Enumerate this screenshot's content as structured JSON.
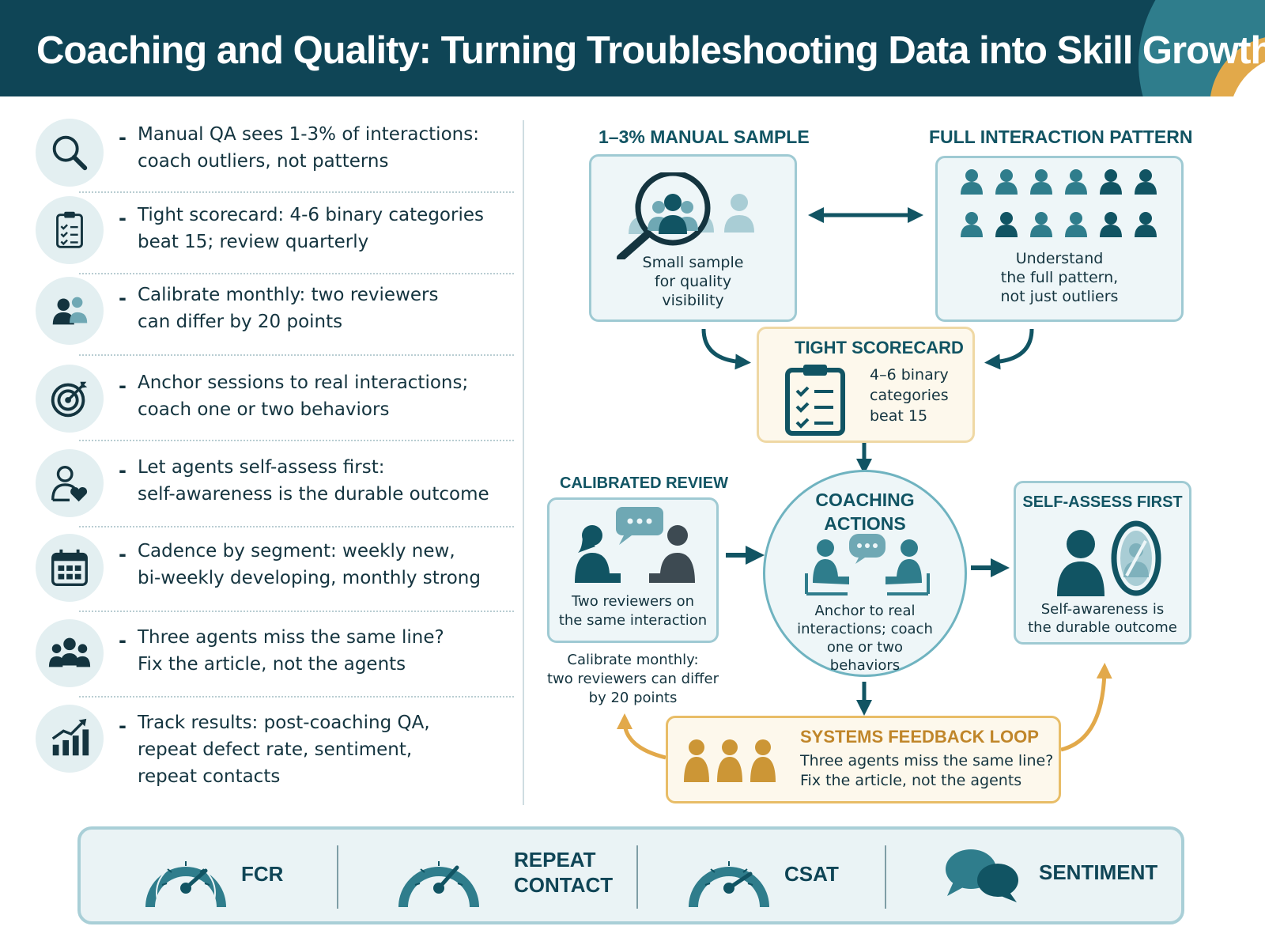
{
  "title": "Coaching and Quality: Turning Troubleshooting Data into Skill Growth",
  "left_list": {
    "dash": "-",
    "items": [
      {
        "icon": "magnifier-icon",
        "lines": [
          "Manual QA sees 1-3% of interactions:",
          "coach outliers, not patterns"
        ]
      },
      {
        "icon": "clipboard-checklist-icon",
        "lines": [
          "Tight scorecard: 4-6 binary categories",
          "beat 15; review quarterly"
        ]
      },
      {
        "icon": "two-people-icon",
        "lines": [
          "Calibrate monthly: two reviewers",
          "can differ by 20 points"
        ]
      },
      {
        "icon": "target-icon",
        "lines": [
          "Anchor sessions to real interactions;",
          "coach one or two behaviors"
        ]
      },
      {
        "icon": "person-heart-icon",
        "lines": [
          "Let agents self-assess first:",
          "self-awareness is the durable outcome"
        ]
      },
      {
        "icon": "calendar-icon",
        "lines": [
          "Cadence by segment: weekly new,",
          "bi-weekly developing, monthly strong"
        ]
      },
      {
        "icon": "group-icon",
        "lines": [
          "Three agents miss the same line?",
          "Fix the article, not the agents"
        ]
      },
      {
        "icon": "growth-chart-icon",
        "lines": [
          "Track results: post-coaching QA,",
          "repeat defect rate, sentiment,",
          "repeat contacts"
        ]
      }
    ]
  },
  "diagram": {
    "manual_sample": {
      "label": "1–3%  MANUAL SAMPLE",
      "caption": [
        "Small sample",
        "for quality",
        "visibility"
      ]
    },
    "full_pattern": {
      "label": "FULL INTERACTION PATTERN",
      "caption": [
        "Understand",
        "the full pattern,",
        "not just outliers"
      ]
    },
    "scorecard": {
      "label": "TIGHT SCORECARD",
      "caption": [
        "4–6 binary",
        "categories",
        "beat 15"
      ]
    },
    "calibrated": {
      "label": "CALIBRATED REVIEW",
      "caption": [
        "Two reviewers on",
        "the same interaction"
      ],
      "note": [
        "Calibrate monthly:",
        "two reviewers can differ",
        "by 20 points"
      ]
    },
    "coaching": {
      "label": [
        "COACHING",
        "ACTIONS"
      ],
      "caption": [
        "Anchor to real",
        "interactions; coach",
        "one or two",
        "behaviors"
      ]
    },
    "self_assess": {
      "label": "SELF-ASSESS FIRST",
      "caption": [
        "Self-awareness is",
        "the durable outcome"
      ]
    },
    "feedback": {
      "label": "SYSTEMS FEEDBACK LOOP",
      "caption": [
        "Three agents miss the same line?",
        "Fix the article, not the agents"
      ]
    }
  },
  "metrics": [
    {
      "icon": "gauge-icon",
      "label": [
        "FCR"
      ]
    },
    {
      "icon": "gauge-icon",
      "label": [
        "REPEAT",
        "CONTACT"
      ]
    },
    {
      "icon": "gauge-icon",
      "label": [
        "CSAT"
      ]
    },
    {
      "icon": "speech-bubbles-icon",
      "label": [
        "SENTIMENT"
      ]
    }
  ],
  "colors": {
    "navy": "#0f4556",
    "teal": "#2f7d8c",
    "light_teal": "#9fcad3",
    "gold": "#e2a94a",
    "gold_dark": "#c98f2c"
  }
}
